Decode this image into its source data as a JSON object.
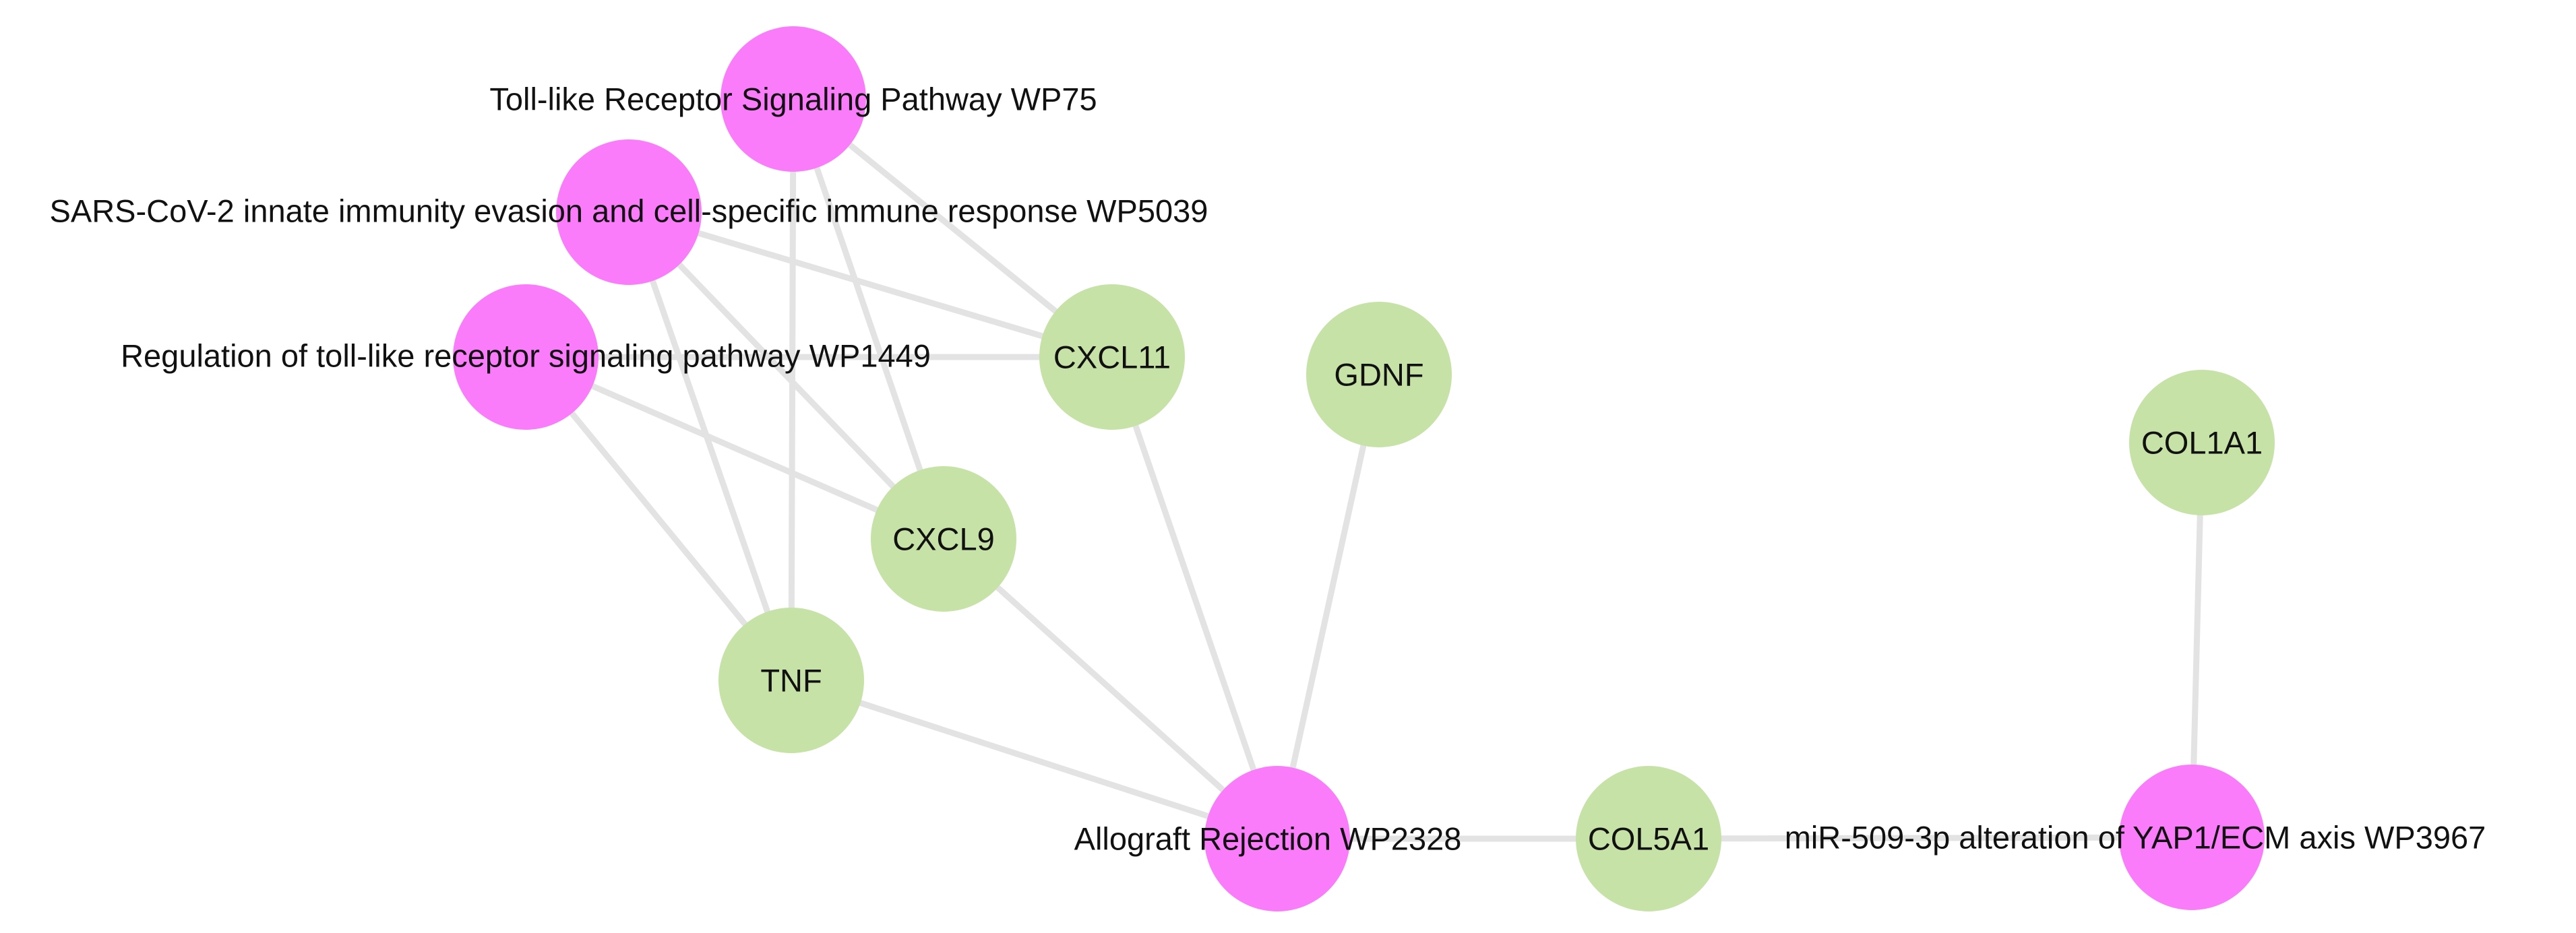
{
  "colors": {
    "pathway": "#fb7cfb",
    "gene": "#c6e2a6",
    "edge": "#e3e3e3",
    "label": "#111111"
  },
  "nodes": [
    {
      "id": "toll",
      "label": "Toll-like Receptor Signaling Pathway WP75",
      "type": "pathway"
    },
    {
      "id": "sars",
      "label": "SARS-CoV-2 innate immunity evasion and cell-specific immune response WP5039",
      "type": "pathway"
    },
    {
      "id": "reg",
      "label": "Regulation of toll-like receptor signaling pathway WP1449",
      "type": "pathway"
    },
    {
      "id": "allo",
      "label": "Allograft Rejection WP2328",
      "type": "pathway"
    },
    {
      "id": "mir",
      "label": "miR-509-3p alteration of YAP1/ECM axis WP3967",
      "type": "pathway"
    },
    {
      "id": "cxcl11",
      "label": "CXCL11",
      "type": "gene"
    },
    {
      "id": "gdnf",
      "label": "GDNF",
      "type": "gene"
    },
    {
      "id": "col1a1",
      "label": "COL1A1",
      "type": "gene"
    },
    {
      "id": "cxcl9",
      "label": "CXCL9",
      "type": "gene"
    },
    {
      "id": "tnf",
      "label": "TNF",
      "type": "gene"
    },
    {
      "id": "col5a1",
      "label": "COL5A1",
      "type": "gene"
    }
  ],
  "edges": [
    [
      "toll",
      "cxcl11"
    ],
    [
      "toll",
      "cxcl9"
    ],
    [
      "toll",
      "tnf"
    ],
    [
      "sars",
      "cxcl11"
    ],
    [
      "sars",
      "cxcl9"
    ],
    [
      "sars",
      "tnf"
    ],
    [
      "reg",
      "cxcl11"
    ],
    [
      "reg",
      "cxcl9"
    ],
    [
      "reg",
      "tnf"
    ],
    [
      "allo",
      "cxcl11"
    ],
    [
      "allo",
      "gdnf"
    ],
    [
      "allo",
      "cxcl9"
    ],
    [
      "allo",
      "tnf"
    ],
    [
      "allo",
      "col5a1"
    ],
    [
      "mir",
      "col5a1"
    ],
    [
      "mir",
      "col1a1"
    ]
  ]
}
